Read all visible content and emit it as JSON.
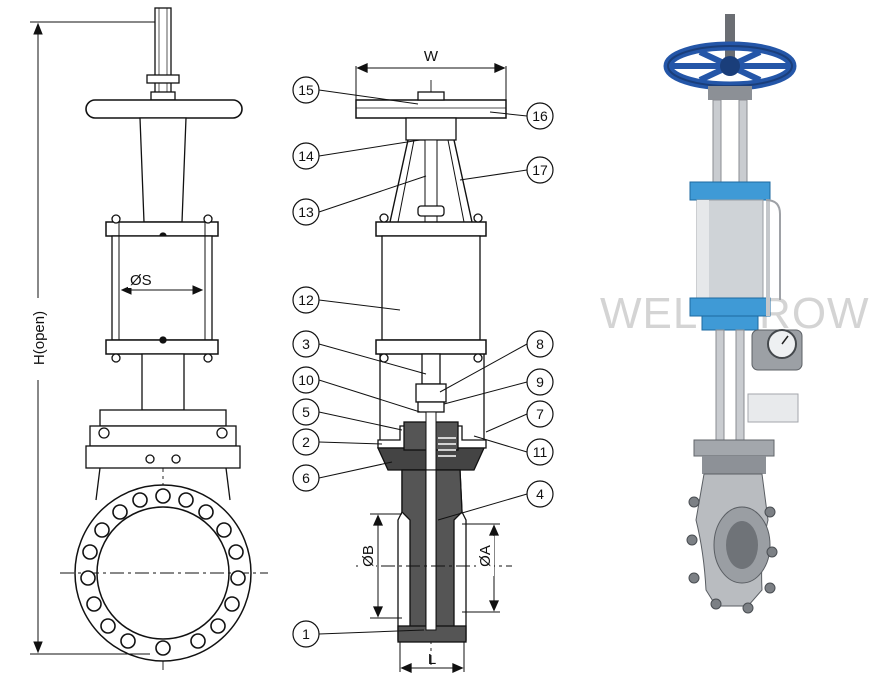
{
  "dimensions": {
    "height_open": "H(open)",
    "width": "W",
    "cylinder_diameter": "ØS",
    "bore_b": "ØB",
    "bore_a": "ØA",
    "length": "L"
  },
  "callouts": [
    "1",
    "2",
    "3",
    "4",
    "5",
    "6",
    "7",
    "8",
    "9",
    "10",
    "11",
    "12",
    "13",
    "14",
    "15",
    "16",
    "17"
  ],
  "watermark": "WELLGROW",
  "colors": {
    "line": "#111111",
    "body_dark": "#555555",
    "actuator_blue": "#3f9ad6",
    "handwheel_blue": "#2456a8",
    "steel": "#b9bcc0"
  }
}
